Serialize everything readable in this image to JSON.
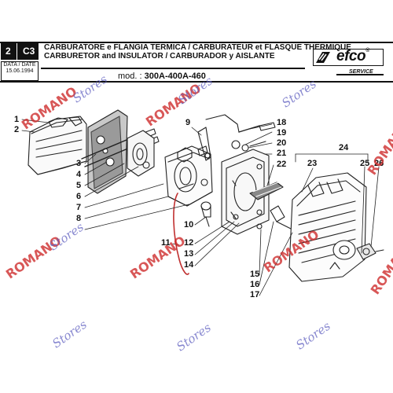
{
  "header": {
    "sheet_number": "2",
    "sheet_code": "C3",
    "date_label": "DATA / DATE",
    "date_value": "15.06.1994",
    "title_lines": [
      "CARBURATORE e FLANGIA TERMICA / CARBURATEUR et FLASQUE THERMIQUE",
      "CARBURETOR and INSULATOR / CARBURADOR y AISLANTE"
    ],
    "model_label": "mod. :",
    "model_value": "300A-400A-460"
  },
  "logo": {
    "brand": "efco",
    "registered": "®",
    "service": "SERVICE"
  },
  "callouts": {
    "n1": "1",
    "n2": "2",
    "n3": "3",
    "n4": "4",
    "n5": "5",
    "n6": "6",
    "n7": "7",
    "n8": "8",
    "n9": "9",
    "n10": "10",
    "n11": "11",
    "n12": "12",
    "n13": "13",
    "n14": "14",
    "n15": "15",
    "n16": "16",
    "n17": "17",
    "n18": "18",
    "n19": "19",
    "n20": "20",
    "n21": "21",
    "n22": "22",
    "n23": "23",
    "n24": "24",
    "n25": "25",
    "n26": "26"
  },
  "watermarks": {
    "red": "ROMANO",
    "blue": "Stores"
  },
  "colors": {
    "ink": "#111111",
    "watermark_red": "#cd2828",
    "watermark_blue": "#5a5abe"
  }
}
